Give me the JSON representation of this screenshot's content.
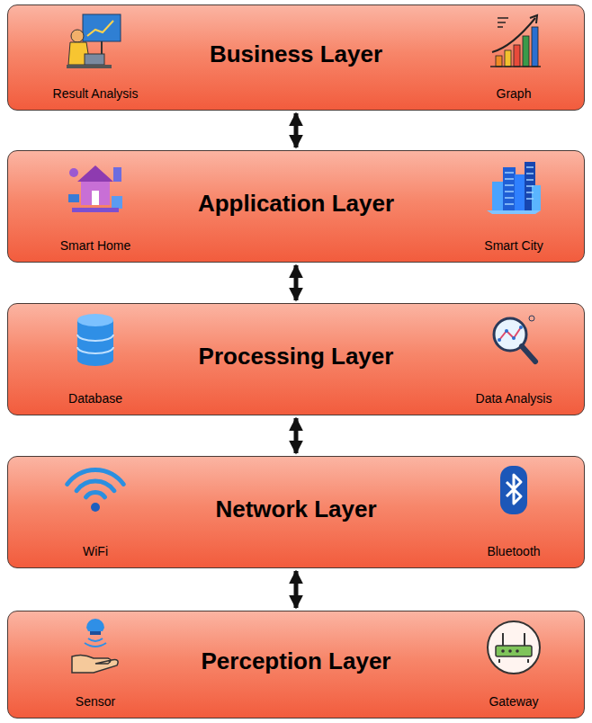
{
  "diagram": {
    "nodes": [
      {
        "text": [
          "Business Layer",
          "Result Analysis",
          "Graph"
        ]
      },
      {
        "text": [
          "Application Layer",
          "Smart Home",
          "Smart City"
        ]
      },
      {
        "text": [
          "Processing Layer",
          "Database",
          "Data Analysis"
        ]
      },
      {
        "text": [
          "Network Layer",
          "WiFi",
          "Bluetooth"
        ]
      },
      {
        "text": [
          "Perception Layer",
          "Sensor",
          "Gateway"
        ]
      }
    ],
    "edges": [
      {
        "from": 0,
        "to": 1,
        "arrow": "both"
      },
      {
        "from": 1,
        "to": 2,
        "arrow": "both"
      },
      {
        "from": 2,
        "to": 3,
        "arrow": "both"
      },
      {
        "from": 3,
        "to": 4,
        "arrow": "both"
      }
    ]
  }
}
